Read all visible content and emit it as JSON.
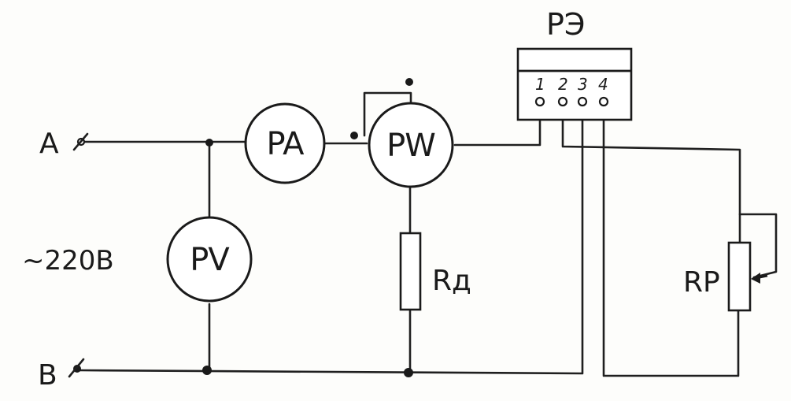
{
  "diagram": {
    "terminals": {
      "a_label": "A",
      "b_label": "B"
    },
    "supply_label": "~220В",
    "meters": {
      "pa": "PA",
      "pw": "PW",
      "pv": "PV"
    },
    "resistors": {
      "rd": "Rд",
      "rp": "RP"
    },
    "energy_meter": {
      "label": "РЭ",
      "terminals": [
        "1",
        "2",
        "3",
        "4"
      ]
    }
  }
}
